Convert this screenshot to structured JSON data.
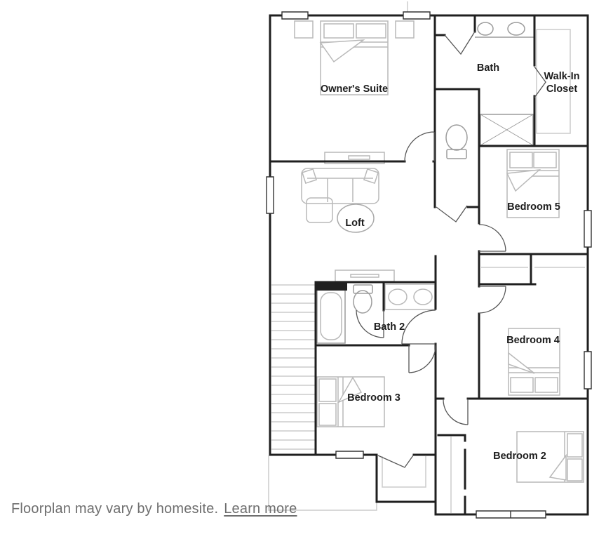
{
  "floorplan": {
    "rooms": [
      {
        "id": "owners-suite",
        "label": "Owner's Suite"
      },
      {
        "id": "bath",
        "label": "Bath"
      },
      {
        "id": "walk-in-closet",
        "label": "Walk-In Closet",
        "lines": [
          "Walk-In",
          "Closet"
        ]
      },
      {
        "id": "bedroom-5",
        "label": "Bedroom 5"
      },
      {
        "id": "loft",
        "label": "Loft"
      },
      {
        "id": "bath-2",
        "label": "Bath 2"
      },
      {
        "id": "bedroom-3",
        "label": "Bedroom 3"
      },
      {
        "id": "bedroom-4",
        "label": "Bedroom 4"
      },
      {
        "id": "bedroom-2",
        "label": "Bedroom 2"
      }
    ],
    "colors": {
      "wall": "#1f1f1f",
      "door": "#555555",
      "furniture": "#b9b9b9",
      "fixture": "#9c9c9c",
      "stairs": "#b0b0b0",
      "outline_gray": "#cccccc",
      "label": "#1c1c1c"
    }
  },
  "footer": {
    "text": "Floorplan may vary by homesite.",
    "link_label": "Learn more",
    "text_color": "#6e6e6e"
  }
}
